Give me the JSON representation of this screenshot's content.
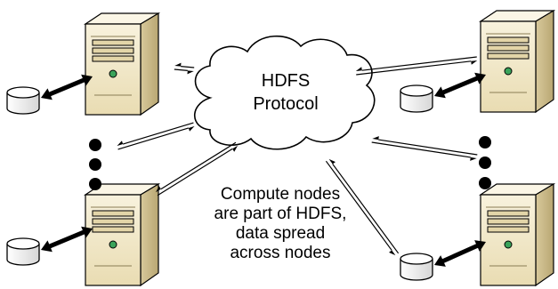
{
  "cloud": {
    "title": "HDFS",
    "subtitle": "Protocol"
  },
  "caption": {
    "lines": [
      "Compute nodes",
      "are part of HDFS,",
      "data spread",
      "across nodes"
    ]
  },
  "colors": {
    "server_body": "#efe6c8",
    "server_dark": "#c7b98c",
    "server_top": "#f7f1de",
    "outline": "#000000",
    "led": "#3aa35a",
    "disk": "#f2f2f2"
  },
  "icons": {
    "server": "server-tower-icon",
    "disk": "disk-cylinder-icon",
    "cloud": "cloud-icon"
  }
}
